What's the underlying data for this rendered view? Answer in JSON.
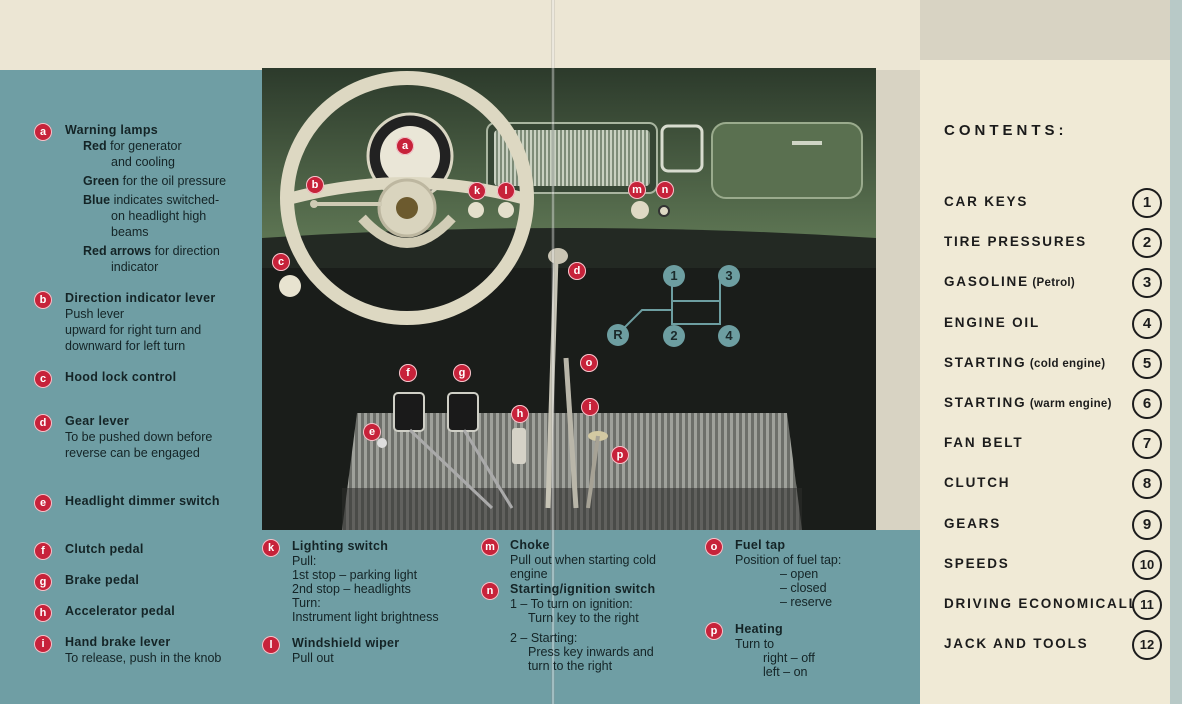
{
  "legend_left": [
    {
      "letter": "a",
      "heading": "Warning lamps",
      "lines": [
        {
          "bold": "Red",
          "text": " for generator"
        },
        {
          "bold": "",
          "text": "and cooling"
        },
        {
          "bold": "Green",
          "text": " for the oil pressure"
        },
        {
          "bold": "Blue",
          "text": " indicates switched-"
        },
        {
          "bold": "",
          "text": "on headlight high"
        },
        {
          "bold": "",
          "text": "beams"
        },
        {
          "bold": "Red arrows",
          "text": " for direction"
        },
        {
          "bold": "",
          "text": "indicator"
        }
      ]
    },
    {
      "letter": "b",
      "heading": "Direction indicator lever",
      "lines": [
        {
          "bold": "",
          "text": "Push lever"
        },
        {
          "bold": "",
          "text": "upward for right turn and"
        },
        {
          "bold": "",
          "text": "downward for left turn"
        }
      ]
    },
    {
      "letter": "c",
      "heading": "Hood lock control",
      "lines": []
    },
    {
      "letter": "d",
      "heading": "Gear lever",
      "lines": [
        {
          "bold": "",
          "text": "To be pushed down before"
        },
        {
          "bold": "",
          "text": "reverse can be engaged"
        }
      ]
    },
    {
      "letter": "e",
      "heading": "Headlight dimmer switch",
      "lines": []
    },
    {
      "letter": "f",
      "heading": "Clutch pedal",
      "lines": []
    },
    {
      "letter": "g",
      "heading": "Brake pedal",
      "lines": []
    },
    {
      "letter": "h",
      "heading": "Accelerator pedal",
      "lines": []
    },
    {
      "letter": "i",
      "heading": "Hand brake lever",
      "lines": [
        {
          "bold": "",
          "text": "To release, push in the knob"
        }
      ]
    }
  ],
  "legend_bottom": [
    {
      "letter": "k",
      "heading": "Lighting switch",
      "lines": [
        "Pull:",
        "1st stop – parking light",
        "2nd stop – headlights",
        "Turn:",
        "Instrument light brightness"
      ]
    },
    {
      "letter": "l",
      "heading": "Windshield wiper",
      "lines": [
        "Pull out"
      ]
    },
    {
      "letter": "m",
      "heading": "Choke",
      "lines": [
        "Pull out when starting cold",
        "engine"
      ]
    },
    {
      "letter": "n",
      "heading": "Starting/ignition switch",
      "lines": [
        "1 – To turn on ignition:",
        "Turn key to the right",
        "",
        "2 – Starting:",
        "Press key inwards and",
        "turn to the right"
      ]
    },
    {
      "letter": "o",
      "heading": "Fuel tap",
      "lines": [
        "Position of fuel tap:",
        "– open",
        "– closed",
        "– reserve"
      ]
    },
    {
      "letter": "p",
      "heading": "Heating",
      "lines": [
        "Turn to",
        "right – off",
        "left – on"
      ]
    }
  ],
  "photo_markers": [
    "a",
    "b",
    "c",
    "d",
    "e",
    "f",
    "g",
    "h",
    "i",
    "k",
    "l",
    "m",
    "n",
    "o",
    "p"
  ],
  "gear_diagram": [
    "1",
    "2",
    "3",
    "4",
    "R"
  ],
  "contents": {
    "title": "CONTENTS:",
    "items": [
      {
        "label": "CAR KEYS",
        "note": "",
        "num": "1"
      },
      {
        "label": "TIRE PRESSURES",
        "note": "",
        "num": "2"
      },
      {
        "label": "GASOLINE",
        "note": "(Petrol)",
        "num": "3"
      },
      {
        "label": "ENGINE OIL",
        "note": "",
        "num": "4"
      },
      {
        "label": "STARTING",
        "note": "(cold engine)",
        "num": "5"
      },
      {
        "label": "STARTING",
        "note": "(warm engine)",
        "num": "6"
      },
      {
        "label": "FAN BELT",
        "note": "",
        "num": "7"
      },
      {
        "label": "CLUTCH",
        "note": "",
        "num": "8"
      },
      {
        "label": "GEARS",
        "note": "",
        "num": "9"
      },
      {
        "label": "SPEEDS",
        "note": "",
        "num": "10"
      },
      {
        "label": "DRIVING ECONOMICALLY",
        "note": "",
        "num": "11"
      },
      {
        "label": "JACK AND TOOLS",
        "note": "",
        "num": "12"
      }
    ]
  },
  "colors": {
    "panel_teal": "#6f9ea4",
    "badge_red": "#c7223a",
    "paper": "#f0ead6",
    "dash_green": "#3f5a3c"
  }
}
